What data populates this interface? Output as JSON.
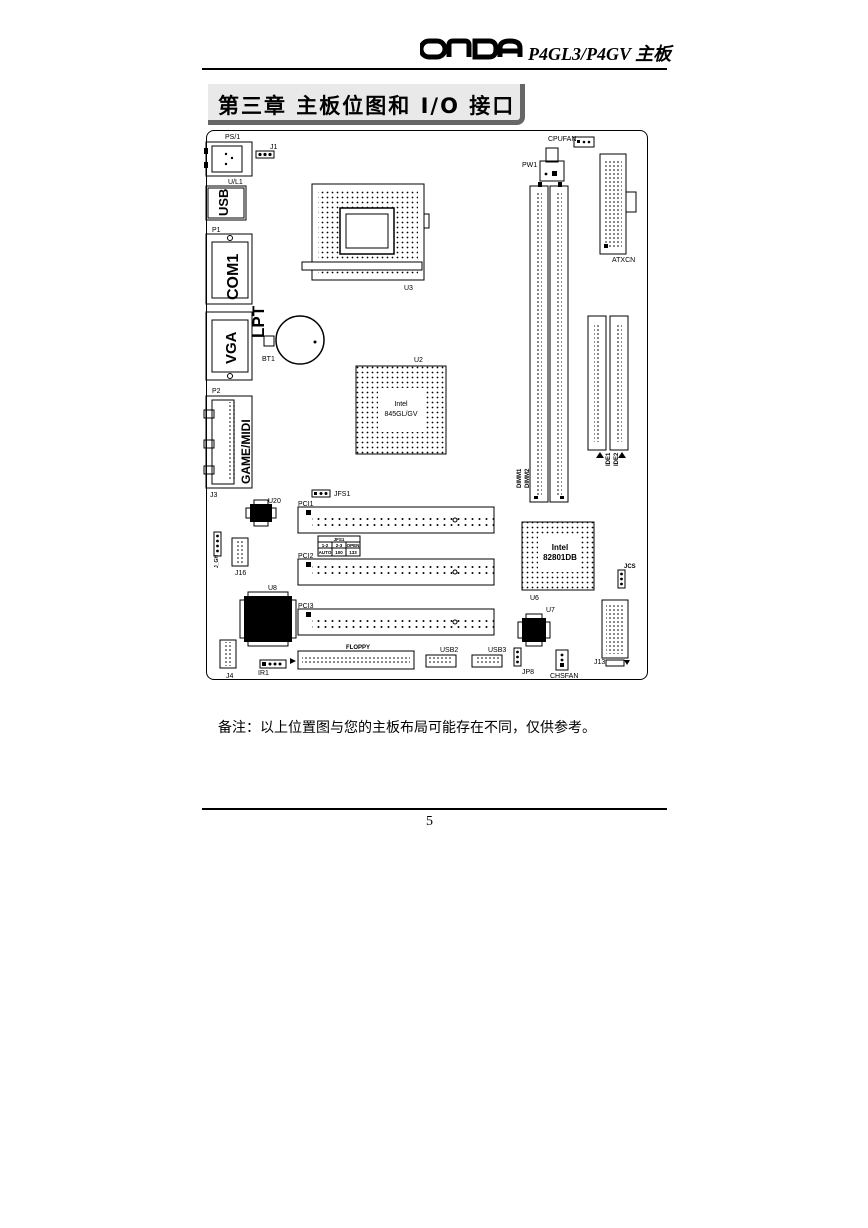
{
  "header": {
    "brand": "ONDA",
    "model": "P4GL3/P4GV 主板"
  },
  "chapter": {
    "title": "第三章 主板位图和 I/O 接口"
  },
  "board": {
    "labels": {
      "ps1": "PS/1",
      "j1": "J1",
      "ul1": "U/L1",
      "p1": "P1",
      "p2": "P2",
      "j3": "J3",
      "usb": "USB",
      "com1": "COM1",
      "lpt": "LPT",
      "vga": "VGA",
      "game_midi": "GAME/MIDI",
      "cpufan": "CPUFAN",
      "pw1": "PW1",
      "atxcn": "ATXCN",
      "u3": "U3",
      "bt1": "BT1",
      "u2": "U2",
      "nb_brand": "Intel",
      "nb_model": "845GL/GV",
      "dimm1": "DIMM1",
      "dimm2": "DIMM2",
      "ide1": "IDE1",
      "ide2": "IDE2",
      "u20": "U20",
      "jfs1": "JFS1",
      "pci1": "PCI1",
      "pci2": "PCI2",
      "pci3": "PCI3",
      "jfs_table_title": "JFS1",
      "jfs_h1": "1-2",
      "jfs_h2": "2-3",
      "jfs_h3": "OPEN",
      "jfs_v1": "AUTO",
      "jfs_v2": "100",
      "jfs_v3": "133",
      "sb_brand": "Intel",
      "sb_model": "82801DB",
      "u6": "U6",
      "jcs": "JCS",
      "j16": "J16",
      "u8": "U8",
      "u7": "U7",
      "floppy": "FLOPPY",
      "usb2": "USB2",
      "usb3": "USB3",
      "jp8": "JP8",
      "chsfan": "CHSFAN",
      "j13": "J13",
      "j4": "J4",
      "ir1": "IR1",
      "jgh": "J_GH"
    }
  },
  "note": "备注：以上位置图与您的主板布局可能存在不同，仅供参考。",
  "page_number": "5"
}
